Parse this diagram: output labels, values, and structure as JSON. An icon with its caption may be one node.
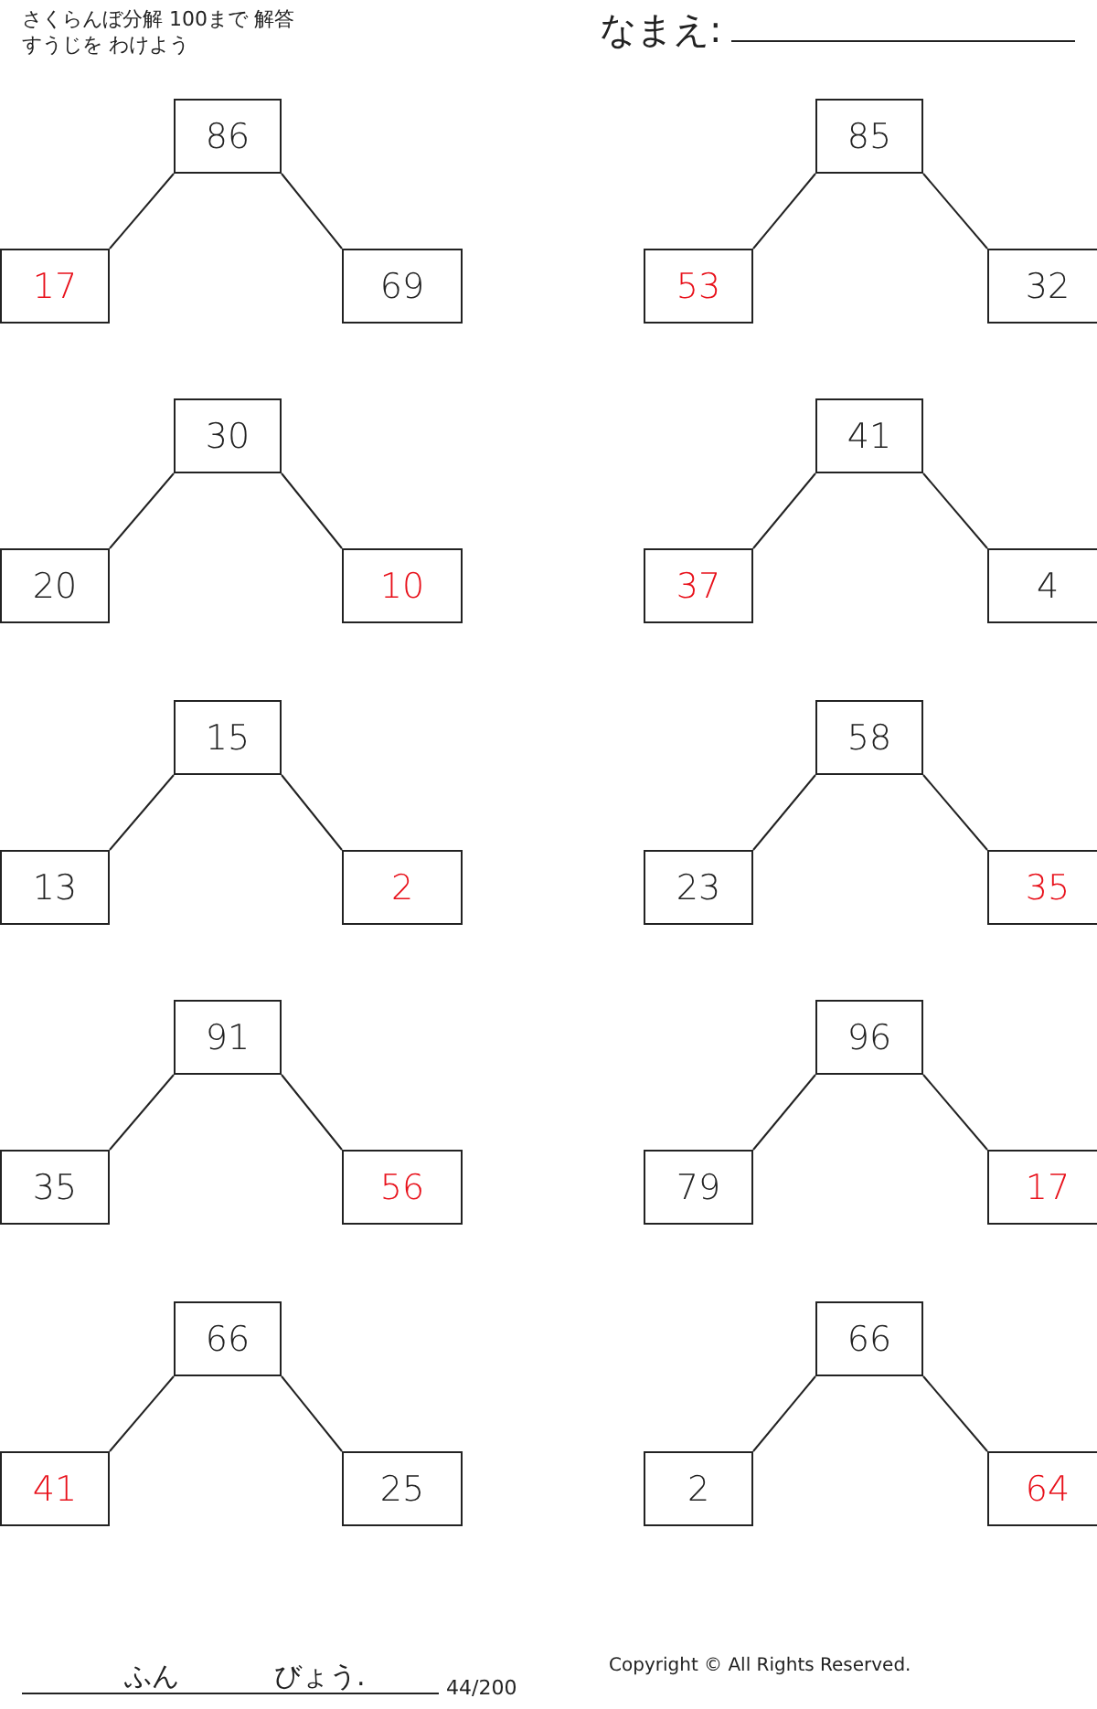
{
  "diagram": {
    "title": "さくらんぼ分解 100まで 解答",
    "nodes": [
      {
        "text": [
          "86"
        ]
      },
      {
        "text": [
          "17"
        ]
      },
      {
        "text": [
          "69"
        ]
      },
      {
        "text": [
          "85"
        ]
      },
      {
        "text": [
          "53"
        ]
      },
      {
        "text": [
          "32"
        ]
      },
      {
        "text": [
          "30"
        ]
      },
      {
        "text": [
          "20"
        ]
      },
      {
        "text": [
          "10"
        ]
      },
      {
        "text": [
          "41"
        ]
      },
      {
        "text": [
          "37"
        ]
      },
      {
        "text": [
          "4"
        ]
      },
      {
        "text": [
          "15"
        ]
      },
      {
        "text": [
          "13"
        ]
      },
      {
        "text": [
          "2"
        ]
      },
      {
        "text": [
          "58"
        ]
      },
      {
        "text": [
          "23"
        ]
      },
      {
        "text": [
          "35"
        ]
      },
      {
        "text": [
          "91"
        ]
      },
      {
        "text": [
          "35"
        ]
      },
      {
        "text": [
          "56"
        ]
      },
      {
        "text": [
          "96"
        ]
      },
      {
        "text": [
          "79"
        ]
      },
      {
        "text": [
          "17"
        ]
      },
      {
        "text": [
          "66"
        ]
      },
      {
        "text": [
          "41"
        ]
      },
      {
        "text": [
          "25"
        ]
      },
      {
        "text": [
          "66"
        ]
      },
      {
        "text": [
          "2"
        ]
      },
      {
        "text": [
          "64"
        ]
      }
    ],
    "edges": [
      {
        "from": 0,
        "to": 1,
        "arrow": "none"
      },
      {
        "from": 0,
        "to": 2,
        "arrow": "none"
      },
      {
        "from": 3,
        "to": 4,
        "arrow": "none"
      },
      {
        "from": 3,
        "to": 5,
        "arrow": "none"
      },
      {
        "from": 6,
        "to": 7,
        "arrow": "none"
      },
      {
        "from": 6,
        "to": 8,
        "arrow": "none"
      },
      {
        "from": 9,
        "to": 10,
        "arrow": "none"
      },
      {
        "from": 9,
        "to": 11,
        "arrow": "none"
      },
      {
        "from": 12,
        "to": 13,
        "arrow": "none"
      },
      {
        "from": 12,
        "to": 14,
        "arrow": "none"
      },
      {
        "from": 15,
        "to": 16,
        "arrow": "none"
      },
      {
        "from": 15,
        "to": 17,
        "arrow": "none"
      },
      {
        "from": 18,
        "to": 19,
        "arrow": "none"
      },
      {
        "from": 18,
        "to": 20,
        "arrow": "none"
      },
      {
        "from": 21,
        "to": 22,
        "arrow": "none"
      },
      {
        "from": 21,
        "to": 23,
        "arrow": "none"
      },
      {
        "from": 24,
        "to": 25,
        "arrow": "none"
      },
      {
        "from": 24,
        "to": 26,
        "arrow": "none"
      },
      {
        "from": 27,
        "to": 28,
        "arrow": "none"
      },
      {
        "from": 27,
        "to": 29,
        "arrow": "none"
      }
    ],
    "labels": [
      "すうじを わけよう",
      "なまえ:",
      "ふん",
      "びょう.",
      "44/200",
      "Copyright © All Rights Reserved."
    ]
  }
}
